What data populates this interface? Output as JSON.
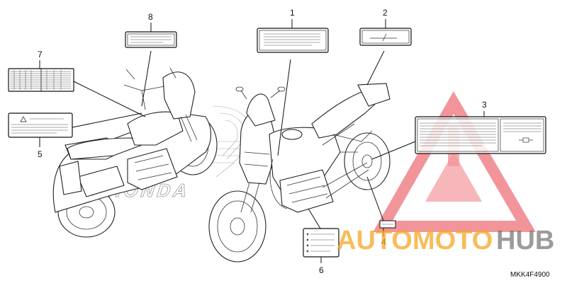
{
  "callouts": [
    "1",
    "2",
    "3",
    "4",
    "5",
    "6",
    "7",
    "8"
  ],
  "part_code": "MKK4F4900",
  "watermark": {
    "part1": "AUTOMOTO",
    "part2": "HUB"
  },
  "honda_wordmark": "HONDA",
  "colors": {
    "watermark_red": "#e8404a",
    "watermark_orange": "#f6a623",
    "watermark_gray": "#7a7a7a",
    "line": "#111111"
  }
}
